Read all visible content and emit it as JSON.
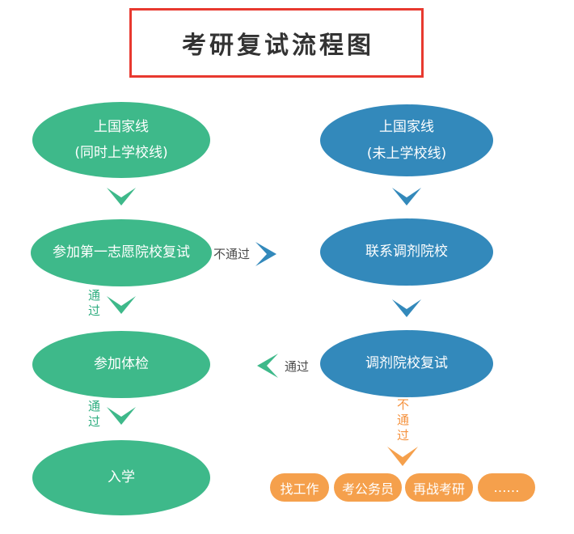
{
  "title": "考研复试流程图",
  "nodes": {
    "l1_line1": "上国家线",
    "l1_line2": "(同时上学校线)",
    "l2": "参加第一志愿院校复试",
    "l3": "参加体检",
    "l4": "入学",
    "r1_line1": "上国家线",
    "r1_line2": "(未上学校线)",
    "r2": "联系调剂院校",
    "r3": "调剂院校复试"
  },
  "labels": {
    "pass_1": "通过",
    "pass_2": "通过",
    "fail_cross": "不通过",
    "pass_cross": "通过",
    "fail_down": "不通过"
  },
  "outcomes": [
    "找工作",
    "考公务员",
    "再战考研",
    "……"
  ],
  "colors": {
    "green": "#3eb98a",
    "blue": "#3389bb",
    "orange": "#f5a04c",
    "title_border_red": "#e8392f",
    "pass_label_green": "#2fae80",
    "fail_label_orange": "#f5923e"
  }
}
